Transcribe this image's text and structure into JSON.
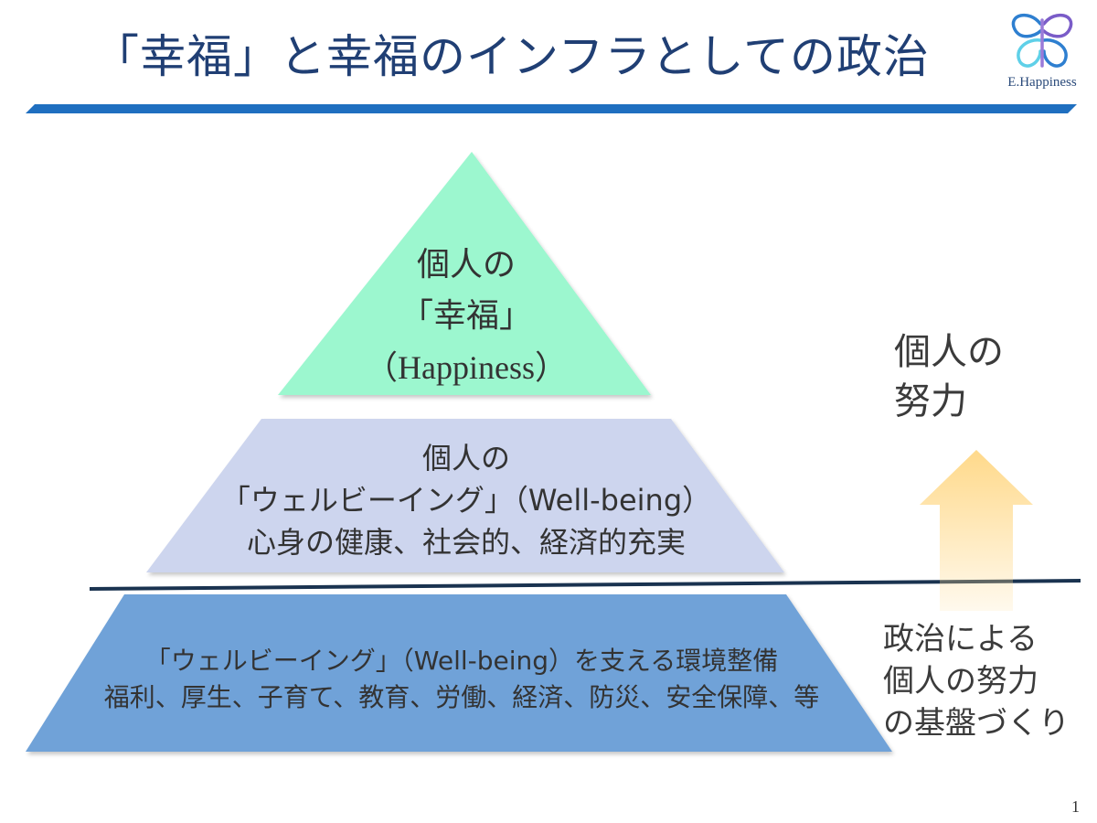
{
  "header": {
    "title": "「幸福」と幸福のインフラとしての政治",
    "logo_text": "E.Happiness"
  },
  "pyramid": {
    "top": {
      "lines": [
        "個人の",
        "「幸福」",
        "（Happiness）"
      ],
      "color": "#9cf7cf"
    },
    "middle": {
      "lines": [
        "個人の",
        "「ウェルビーイング」（Well-being）",
        "心身の健康、社会的、経済的充実"
      ],
      "color": "#cdd5ee"
    },
    "base": {
      "lines": [
        "「ウェルビーイング」（Well-being）を支える環境整備",
        "福利、厚生、子育て、教育、労働、経済、防災、安全保障、等"
      ],
      "color": "#6fa2d8"
    }
  },
  "side": {
    "upper_lines": [
      "個人の",
      "努力"
    ],
    "lower_lines": [
      "政治による",
      "個人の努力",
      "の基盤づくり"
    ]
  },
  "colors": {
    "title": "#203f74",
    "rule": "#1f6fc0",
    "divider": "#1a3350",
    "arrow": "#ffd98a"
  },
  "footer": {
    "page_number": "1"
  }
}
